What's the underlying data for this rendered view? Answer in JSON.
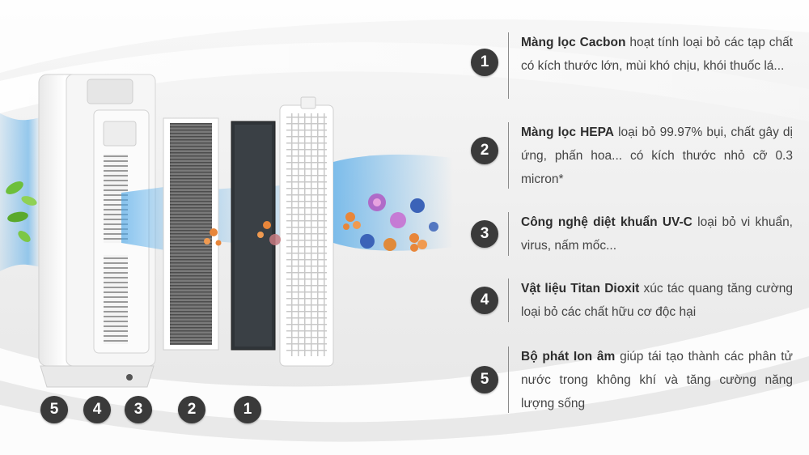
{
  "bottom_badges": [
    "5",
    "4",
    "3",
    "2",
    "1"
  ],
  "features": [
    {
      "number": "1",
      "title": "Màng lọc Cacbon",
      "body": " hoạt tính loại bỏ các tạp chất có kích thước lớn, mùi khó chịu, khói thuốc lá..."
    },
    {
      "number": "2",
      "title": "Màng lọc HEPA",
      "body": " loại bỏ 99.97% bụi, chất gây dị ứng, phấn hoa... có kích thước nhỏ cỡ 0.3 micron*"
    },
    {
      "number": "3",
      "title": "Công nghệ diệt khuẩn UV-C",
      "body": " loại bỏ vi khuẩn, virus, nấm mốc..."
    },
    {
      "number": "4",
      "title": "Vật liệu Titan Dioxit",
      "body": " xúc tác quang tăng cường loại bỏ các chất hữu cơ độc hại"
    },
    {
      "number": "5",
      "title": "Bộ phát Ion âm",
      "body": " giúp tái tạo thành các phân tử nước trong không khí và tăng cường năng lượng sống"
    }
  ],
  "colors": {
    "badge": "#3a3a3a",
    "airflow": "#4aa6e8",
    "leaf": "#6dbf3a",
    "particle_orange": "#e8863a",
    "particle_blue": "#3b63b8",
    "particle_pink": "#d06ac8"
  }
}
